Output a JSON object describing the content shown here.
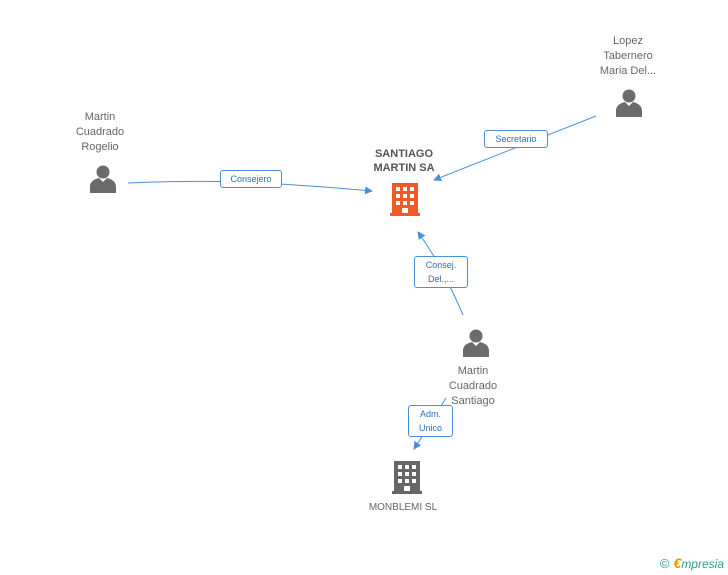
{
  "colors": {
    "edge": "#4a90d9",
    "main_company": "#f05a28",
    "company": "#666666",
    "person": "#6b6b6b"
  },
  "nodes": {
    "martin_rogelio": {
      "lines": [
        "Martin",
        "Cuadrado",
        "Rogelio"
      ],
      "icon": "person-icon"
    },
    "lopez": {
      "lines": [
        "Lopez",
        "Tabernero",
        "Maria Del..."
      ],
      "icon": "person-icon"
    },
    "martin_santiago": {
      "lines": [
        "Martin",
        "Cuadrado",
        "Santiago"
      ],
      "icon": "person-icon"
    },
    "santiago_martin_sa": {
      "lines": [
        "SANTIAGO",
        "MARTIN SA"
      ],
      "icon": "building-icon"
    },
    "monblemi": {
      "lines": [
        "MONBLEMI SL"
      ],
      "icon": "building-icon"
    }
  },
  "edges": {
    "consejero": {
      "lines": [
        "Consejero"
      ]
    },
    "secretario": {
      "lines": [
        "Secretario"
      ]
    },
    "consej": {
      "lines": [
        "Consej.",
        "Del.,..."
      ]
    },
    "adm": {
      "lines": [
        "Adm.",
        "Unico"
      ]
    }
  },
  "footer": {
    "copyright": "©",
    "brand_initial": "€",
    "brand_rest": "mpresia"
  }
}
